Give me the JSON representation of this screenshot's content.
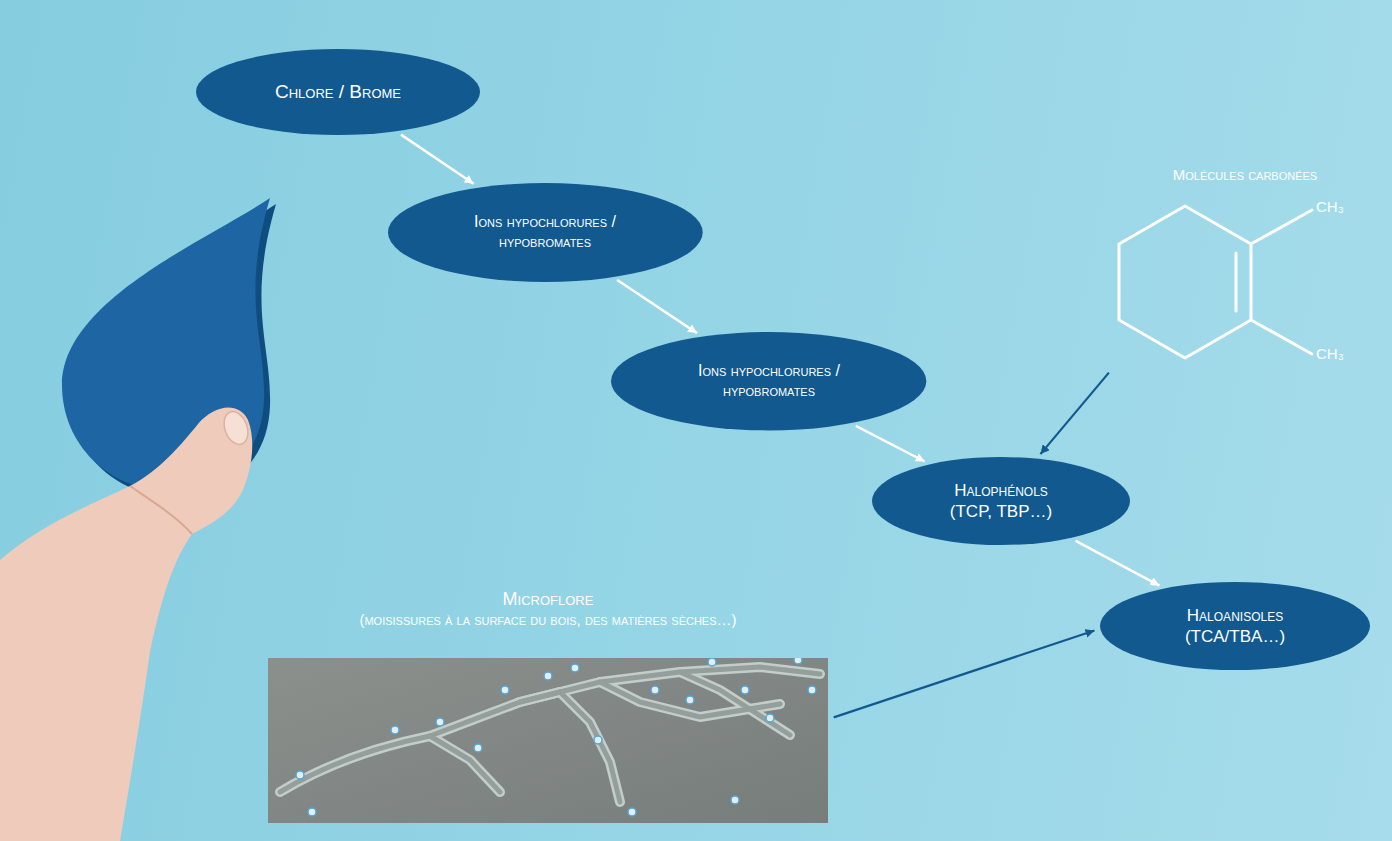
{
  "diagram": {
    "nodes": [
      {
        "text": [
          "Chlore / Brome"
        ]
      },
      {
        "text": [
          "Ions hypochlorures / hypobromates"
        ]
      },
      {
        "text": [
          "Ions hypochlorures / hypobromates"
        ]
      },
      {
        "text": [
          "Halophénols",
          "(TCP, TBP…)"
        ]
      },
      {
        "text": [
          "Haloanisoles",
          "(TCA/TBA…)"
        ]
      },
      {
        "text": [
          "Molécules carbonées"
        ]
      },
      {
        "text": [
          "Microflore",
          "(moisissures à la surface du bois, des matières sèches…)"
        ]
      }
    ],
    "edges": [
      {
        "from": 0,
        "to": 1,
        "arrow": "to"
      },
      {
        "from": 1,
        "to": 2,
        "arrow": "to"
      },
      {
        "from": 2,
        "to": 3,
        "arrow": "to"
      },
      {
        "from": 3,
        "to": 4,
        "arrow": "to"
      },
      {
        "from": 5,
        "to": 3,
        "arrow": "to"
      },
      {
        "from": 6,
        "to": 4,
        "arrow": "to"
      }
    ],
    "labels": [
      "CH₃",
      "CH₃"
    ]
  }
}
